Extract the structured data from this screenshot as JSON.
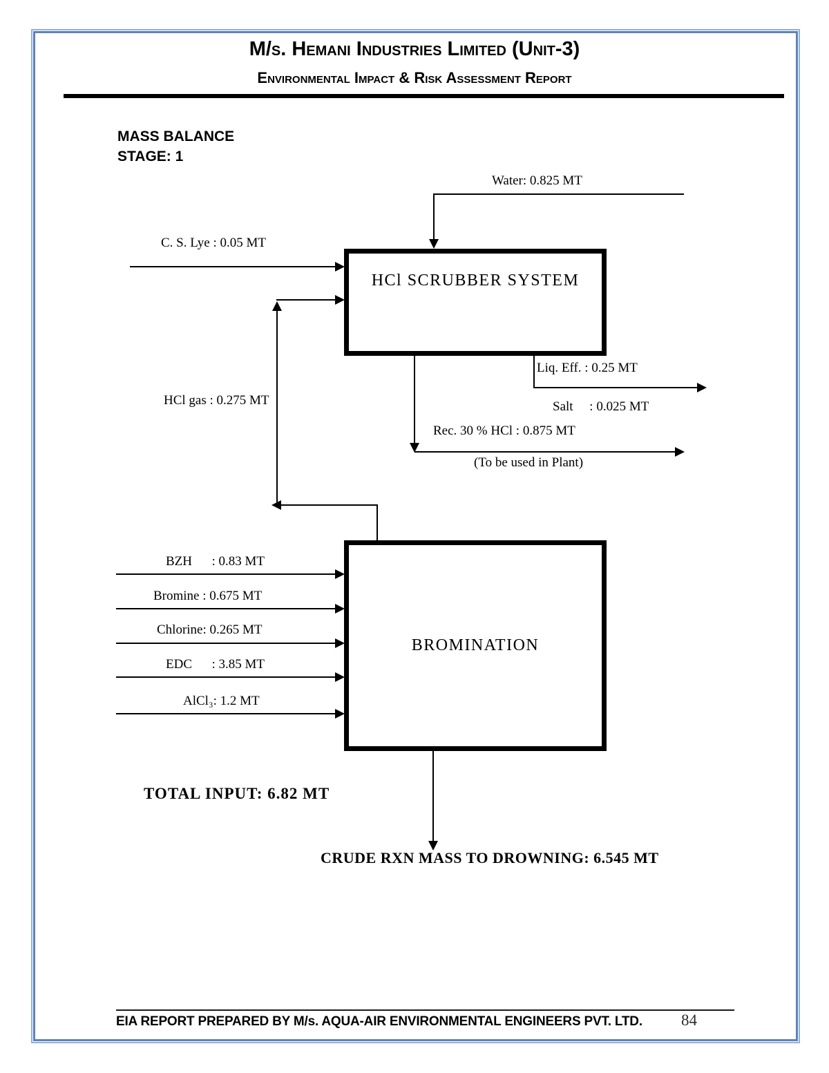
{
  "header": {
    "title": "M/s. Hemani Industries Limited (Unit-3)",
    "subtitle": "Environmental Impact & Risk Assessment Report"
  },
  "section": {
    "title": "MASS BALANCE",
    "stage": "STAGE: 1"
  },
  "diagram": {
    "scrubber": {
      "label": "HCl SCRUBBER SYSTEM"
    },
    "bromination": {
      "label": "BROMINATION"
    },
    "streams": {
      "water": "Water: 0.825 MT",
      "cs_lye": "C. S. Lye : 0.05 MT",
      "hcl_gas": "HCl gas : 0.275 MT",
      "liq_eff": "Liq. Eff. : 0.25 MT",
      "salt": "Salt     : 0.025 MT",
      "rec_hcl": "Rec. 30 % HCl : 0.875 MT",
      "rec_hcl_note": "(To be used in Plant)",
      "crude_out": "CRUDE RXN MASS TO DROWNING: 6.545 MT"
    },
    "inputs": [
      {
        "label": "BZH      : 0.83 MT"
      },
      {
        "label": "Bromine : 0.675 MT"
      },
      {
        "label": "Chlorine: 0.265 MT"
      },
      {
        "label": "EDC      : 3.85 MT"
      },
      {
        "label": "AlCl₃: 1.2 MT"
      }
    ],
    "total_input": "TOTAL INPUT: 6.82 MT"
  },
  "footer": {
    "text": "EIA REPORT PREPARED BY M/s. AQUA-AIR ENVIRONMENTAL ENGINEERS PVT. LTD.",
    "page_number": "84"
  },
  "colors": {
    "page_border_blue": "#5b82bd",
    "page_border_blue_light": "#92aedb",
    "ink": "#000000"
  }
}
